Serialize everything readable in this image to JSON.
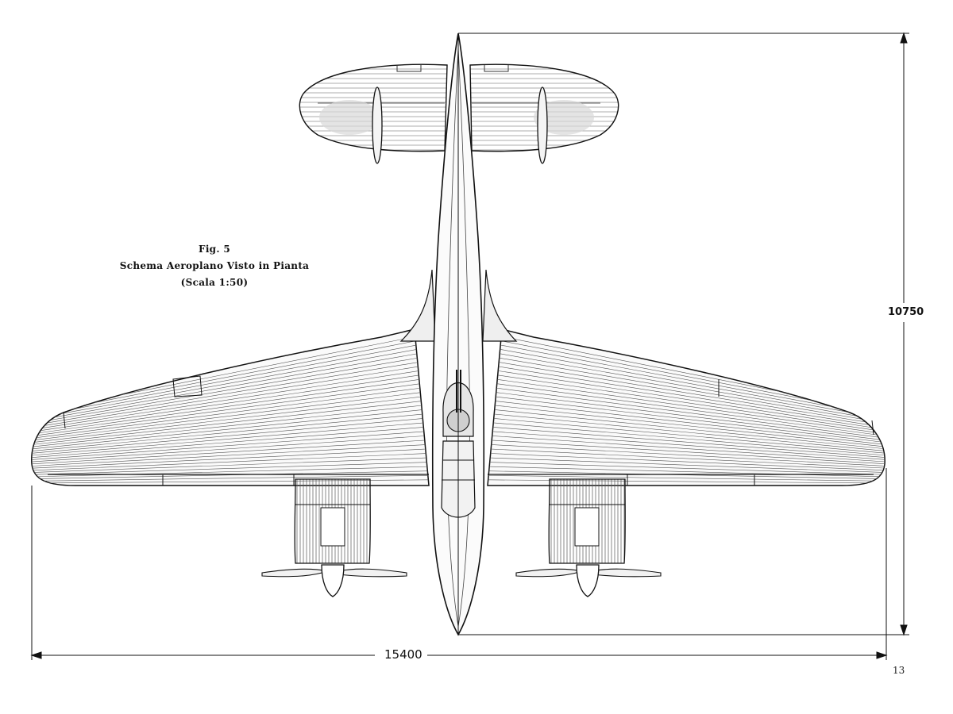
{
  "figure": {
    "number": "Fig. 5",
    "title": "Schema Aeroplano Visto in Pianta",
    "scale": "(Scala 1:50)"
  },
  "dimensions": {
    "wingspan": "15400",
    "length": "10750"
  },
  "page_number": "13"
}
